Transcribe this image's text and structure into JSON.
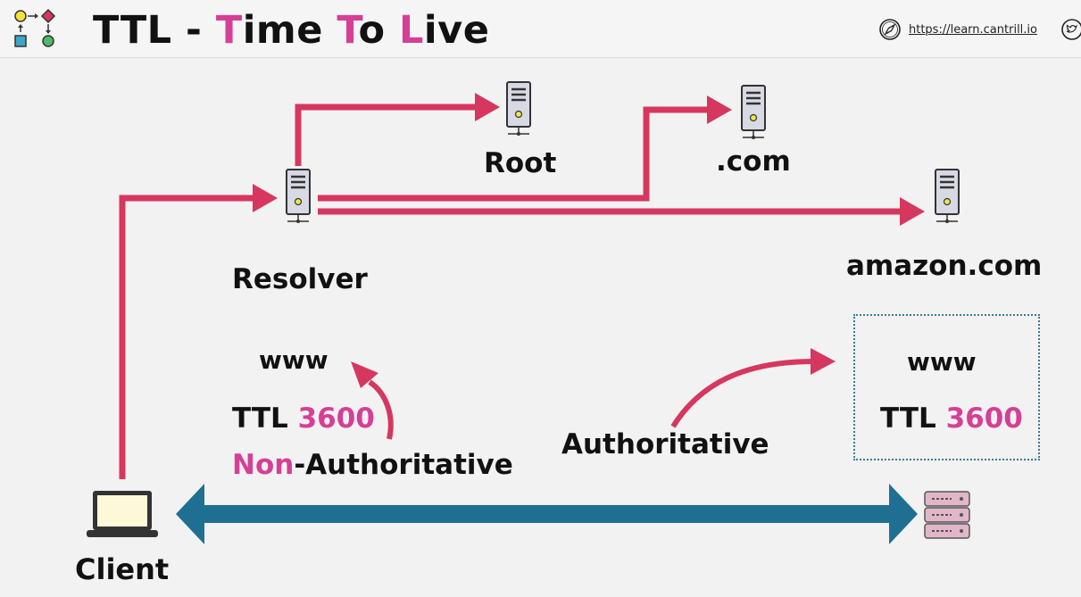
{
  "header": {
    "title_parts": [
      "TTL - ",
      "T",
      "ime ",
      "T",
      "o ",
      "L",
      "ive"
    ],
    "link": "https://learn.cantrill.io"
  },
  "nodes": {
    "root": "Root",
    "com": ".com",
    "resolver": "Resolver",
    "amazon": "amazon.com",
    "client": "Client"
  },
  "cache": {
    "www": "www",
    "ttl_label": "TTL",
    "ttl_value": "3600",
    "non_prefix": "Non",
    "non_suffix": "-Authoritative"
  },
  "authoritative": {
    "label": "Authoritative",
    "www": "www",
    "ttl_label": "TTL",
    "ttl_value": "3600"
  },
  "colors": {
    "accent_pink": "#d63f96",
    "arrow_red": "#d6375f",
    "arrow_blue": "#1f6f93",
    "box_border": "#3b7a94"
  }
}
